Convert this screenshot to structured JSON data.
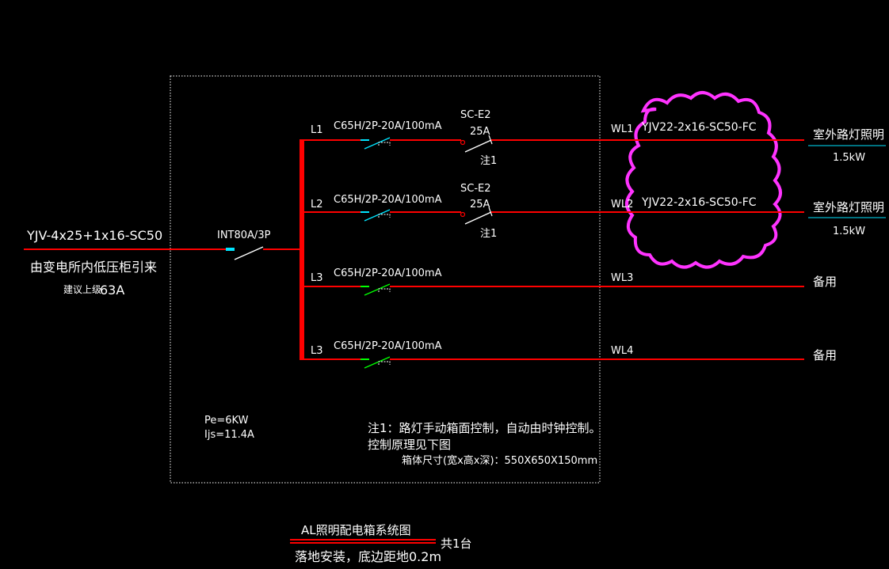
{
  "colors": {
    "background": "#000000",
    "wire": "#ff0000",
    "text": "#ffffff",
    "cyan_breaker": "#00e5ff",
    "green_breaker": "#00ff00",
    "revision_cloud": "#ff33ff",
    "underline": "#00e5ff",
    "frame": "#ffffff"
  },
  "incoming": {
    "cable": "YJV-4x25+1x16-SC50",
    "source": "由变电所内低压柜引来",
    "upstream_prefix": "建议上级",
    "upstream_value": "63A"
  },
  "main_breaker": {
    "label": "INT80A/3P"
  },
  "circuits": [
    {
      "phase": "L1",
      "breaker": "C65H/2P-20A/100mA",
      "contactor": "SC-E2",
      "contactor_rating": "25A",
      "note_ref": "注1",
      "circuit_id": "WL1",
      "cable": "YJV22-2x16-SC50-FC",
      "load": "室外路灯照明",
      "power": "1.5kW"
    },
    {
      "phase": "L2",
      "breaker": "C65H/2P-20A/100mA",
      "contactor": "SC-E2",
      "contactor_rating": "25A",
      "note_ref": "注1",
      "circuit_id": "WL2",
      "cable": "YJV22-2x16-SC50-FC",
      "load": "室外路灯照明",
      "power": "1.5kW"
    },
    {
      "phase": "L3",
      "breaker": "C65H/2P-20A/100mA",
      "circuit_id": "WL3",
      "load": "备用"
    },
    {
      "phase": "L3",
      "breaker": "C65H/2P-20A/100mA",
      "circuit_id": "WL4",
      "load": "备用"
    }
  ],
  "panel_params": {
    "pe": "Pe=6KW",
    "ijs": "Ijs=11.4A"
  },
  "notes": {
    "line1": "注1：路灯手动箱面控制，自动由时钟控制。",
    "line2": "控制原理见下图",
    "box_size": "箱体尺寸(宽x高x深)：550X650X150mm"
  },
  "title_block": {
    "title": "AL照明配电箱系统图",
    "quantity": "共1台",
    "install": "落地安装，底边距地0.2m"
  }
}
